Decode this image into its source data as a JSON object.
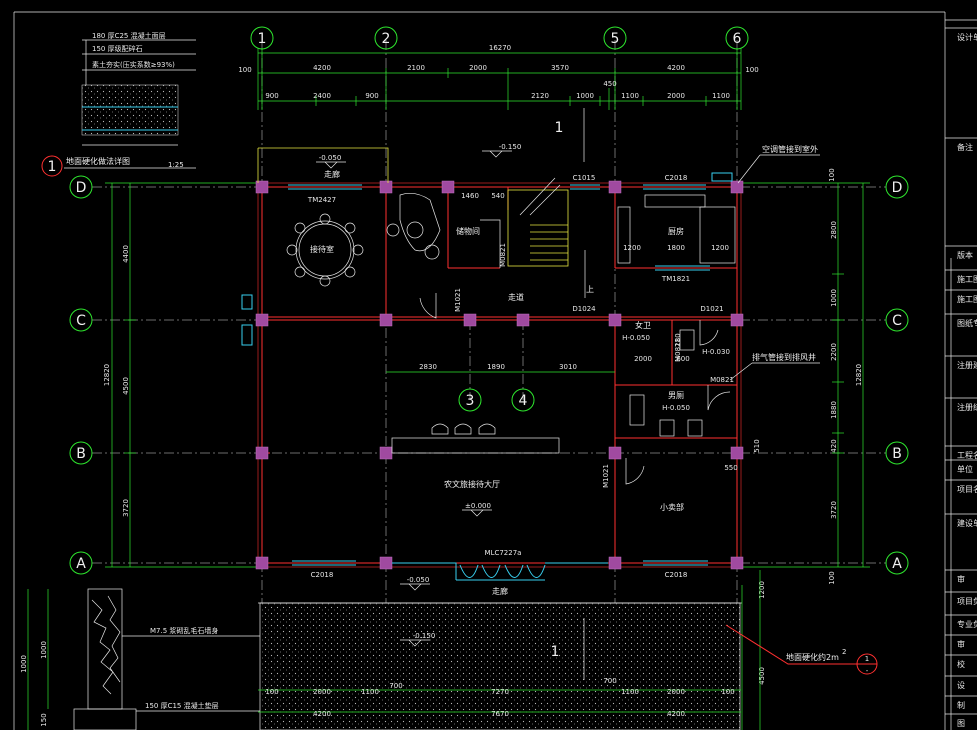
{
  "axes_top": [
    "1",
    "2",
    "5",
    "6"
  ],
  "axes_mid": [
    "3",
    "4"
  ],
  "axes_side": [
    "D",
    "C",
    "B",
    "A"
  ],
  "dims_top_total": "16270",
  "dims_top_row1": [
    "4200",
    "2100",
    "2000",
    "3570",
    "4200"
  ],
  "dims_top_row2": [
    "900",
    "2400",
    "900",
    "2120",
    "1000",
    "1100",
    "2000",
    "1100"
  ],
  "dims_top_extra": [
    "450"
  ],
  "dims_edge": [
    "100",
    "100"
  ],
  "dims_left": [
    "4400",
    "4500",
    "3720"
  ],
  "dims_left_total": "12820",
  "dims_right": [
    "2800",
    "1000",
    "2200",
    "1880",
    "420",
    "510",
    "3720"
  ],
  "dims_right_total": "12820",
  "dims_right_small": [
    "100",
    "100"
  ],
  "dims_inner": [
    "2830",
    "1890",
    "3010"
  ],
  "dims_small": [
    "1460",
    "540",
    "1200",
    "1800",
    "1200",
    "2000",
    "600",
    "550",
    "180"
  ],
  "dims_bottom_row1": [
    "100",
    "2000",
    "1100",
    "7270",
    "2000",
    "1100",
    "100"
  ],
  "dims_bottom_row2": [
    "4200",
    "7670",
    "4200"
  ],
  "dims_bottom_small": [
    "700",
    "700"
  ],
  "dims_apron": [
    "1200",
    "4500"
  ],
  "legend_layers": [
    "180  厚C25  混凝土面层",
    "150  厚级配碎石",
    "素土夯实(压实系数≥93%)"
  ],
  "legend_title": "地面硬化做法详图",
  "legend_scale": "1:25",
  "legend_number": "1",
  "wall_detail_label": "M7.5  浆砌乱毛石墙身",
  "wall_detail_label2": "150  厚C15  混凝土垫层",
  "wall_detail_dims": [
    "1000",
    "1000",
    "150"
  ],
  "rooms": {
    "dining": "接待室",
    "storage": "储物间",
    "kitchen": "厨房",
    "corridor": "走道",
    "female_wc": "女卫",
    "male_wc": "男厕",
    "hall": "农文旅接待大厅",
    "shop": "小卖部",
    "walkway_top": "走廊",
    "walkway_bottom": "走廊"
  },
  "levels": [
    "-0.050",
    "-0.150",
    "H-0.050",
    "H-0.030",
    "H-0.050",
    "±0.000",
    "-0.050",
    "-0.150"
  ],
  "doors_windows": [
    "TM2427",
    "C1015",
    "C2018",
    "TM1821",
    "D1021",
    "D1024",
    "M0821",
    "M1021",
    "M0821",
    "M1021",
    "M0821",
    "C2018",
    "C2018",
    "MLC7227a"
  ],
  "stair_label": "上",
  "marks": [
    "1",
    "1"
  ],
  "annotations": [
    "空调管接到室外",
    "排气管接到排风井",
    "地面硬化约2m"
  ],
  "annotation_super": "2",
  "callout_number": "1",
  "callout_sub": "-",
  "title_block_rows": [
    "设计单",
    "备注",
    "版本",
    "施工图",
    "施工图",
    "图纸专",
    "注册建",
    "注册结",
    "工程名",
    "单位",
    "项目名",
    "建设单",
    "审",
    "项目负",
    "专业负",
    "审",
    "校",
    "设",
    "制",
    "图"
  ]
}
